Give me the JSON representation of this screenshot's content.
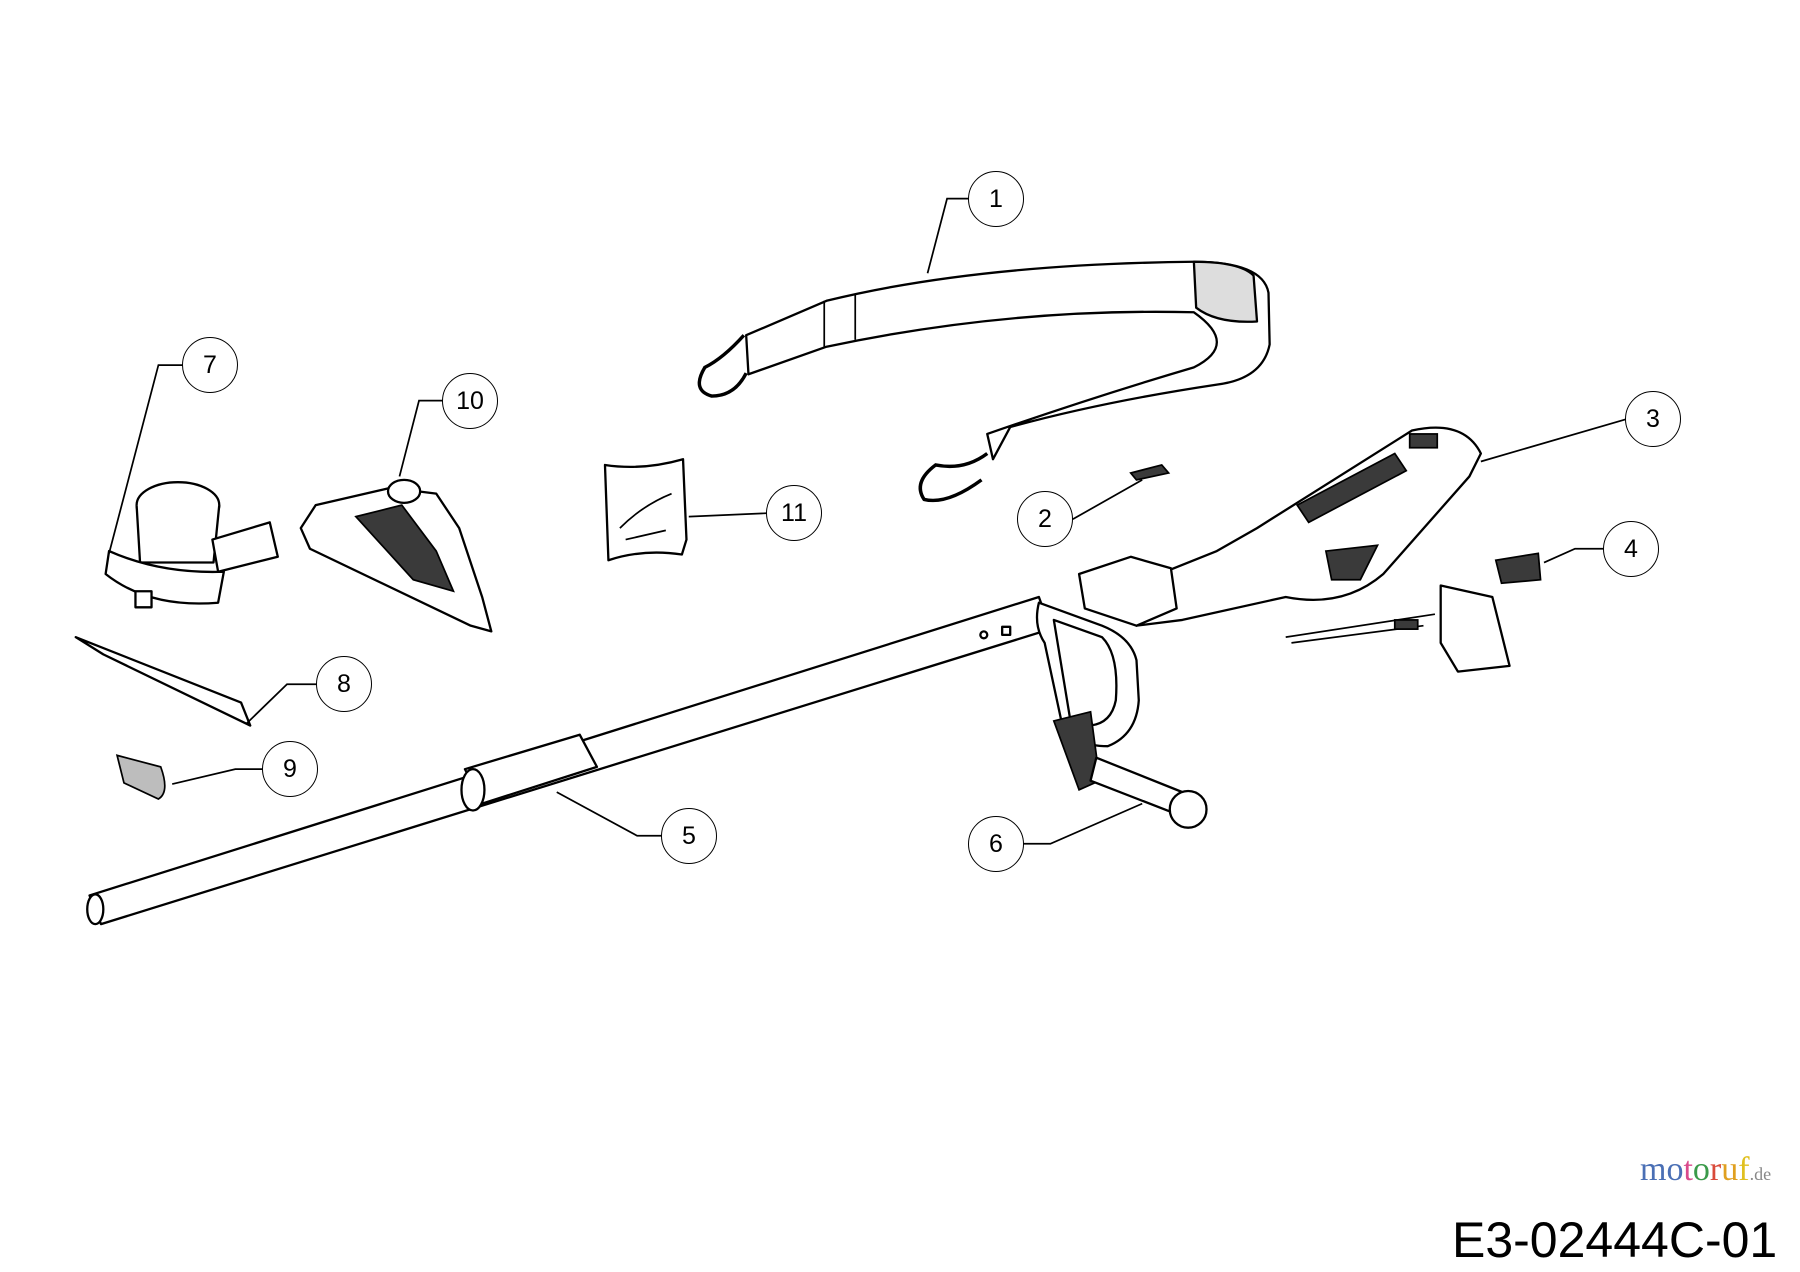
{
  "diagram": {
    "type": "exploded parts diagram",
    "drawing_code": "E3-02444C-01",
    "watermark": "motoruf.de",
    "callouts": [
      {
        "number": "1",
        "part": "strap"
      },
      {
        "number": "2",
        "part": "clip"
      },
      {
        "number": "3",
        "part": "motor-housing-handle"
      },
      {
        "number": "4",
        "part": "connector-switch-set"
      },
      {
        "number": "5",
        "part": "shaft"
      },
      {
        "number": "6",
        "part": "auxiliary-handle"
      },
      {
        "number": "7",
        "part": "trimmer-head-motor"
      },
      {
        "number": "8",
        "part": "line-cutter-blade"
      },
      {
        "number": "9",
        "part": "cap"
      },
      {
        "number": "10",
        "part": "guard"
      },
      {
        "number": "11",
        "part": "hardware-bag"
      }
    ]
  }
}
